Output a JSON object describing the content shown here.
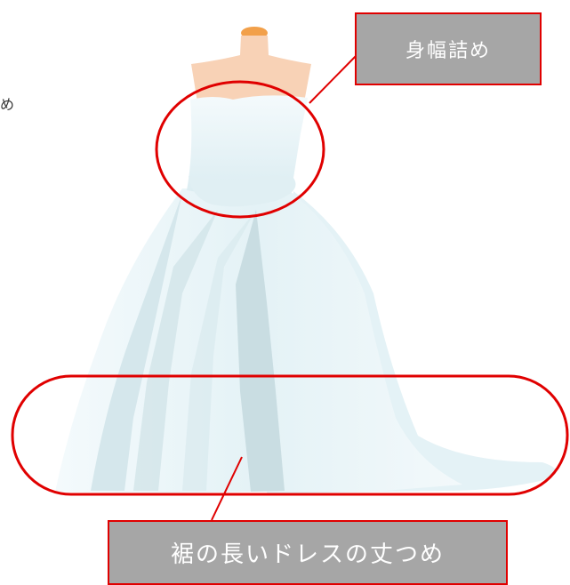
{
  "callouts": {
    "top_label": "身幅詰め",
    "bottom_label": "裾の長いドレスの丈つめ"
  },
  "edge_text": "め",
  "colors": {
    "highlight_red": "#e00000",
    "callout_fill": "#a6a6a6",
    "dress_light": "#e8f4f8",
    "dress_shadow": "#c9dde2",
    "mannequin_skin": "#f8d2b6",
    "mannequin_cap": "#f2a04a"
  }
}
